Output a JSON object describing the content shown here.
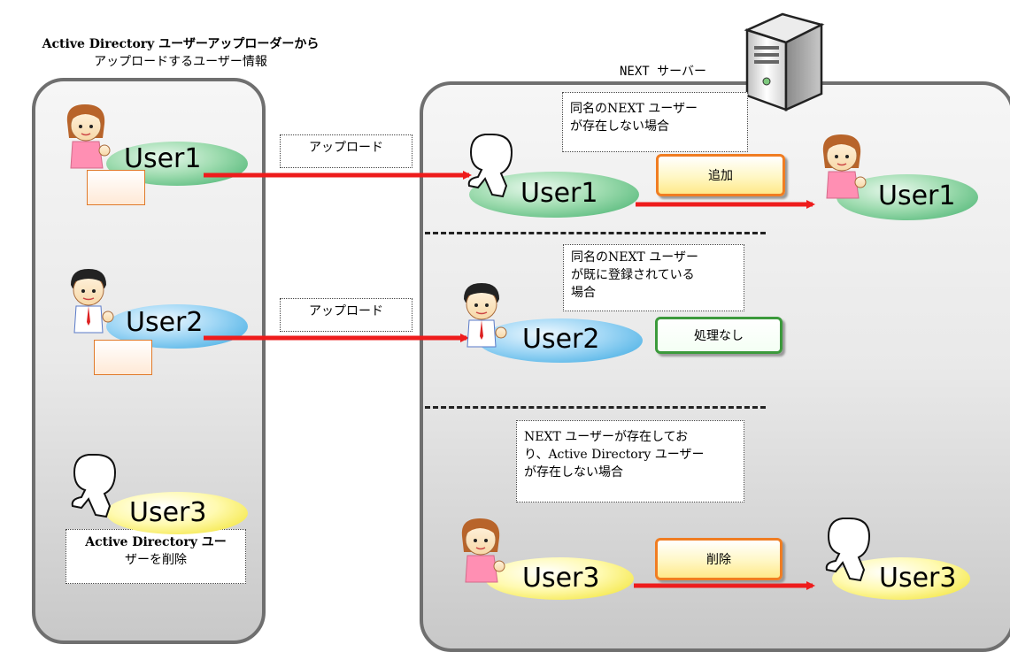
{
  "title": {
    "line1": "Active Directory ユーザーアップローダーから",
    "line2": "アップロードするユーザー情報"
  },
  "server": {
    "label": "NEXT サーバー",
    "icon": "server-icon"
  },
  "upload_labels": [
    "アップロード",
    "アップロード"
  ],
  "left_users": [
    {
      "name": "User1",
      "avatar": "woman-icon",
      "ellipse_color": "#3fae6a"
    },
    {
      "name": "User2",
      "avatar": "man-icon",
      "ellipse_color": "#35a6e0"
    },
    {
      "name": "User3",
      "avatar": "silhouette-icon",
      "ellipse_color": "#f0e020"
    }
  ],
  "left_note": {
    "line1": "Active Directory ユー",
    "line2": "ザーを削除"
  },
  "cases": [
    {
      "note": [
        "同名のNEXT ユーザー",
        "が存在しない場合"
      ],
      "action": "追加",
      "from_user": "User1",
      "to_user": "User1"
    },
    {
      "note": [
        "同名のNEXT ユーザー",
        "が既に登録されている",
        "場合"
      ],
      "action": "処理なし",
      "from_user": "User2"
    },
    {
      "note": [
        "NEXT ユーザーが存在してお",
        "り、Active Directory ユーザー",
        "が存在しない場合"
      ],
      "action": "削除",
      "from_user": "User3",
      "to_user": "User3"
    }
  ],
  "colors": {
    "arrow": "#ee1c1c",
    "button_border_orange": "#f07d22",
    "button_border_green": "#3c9a3c",
    "panel_border": "#6f6f6f"
  }
}
